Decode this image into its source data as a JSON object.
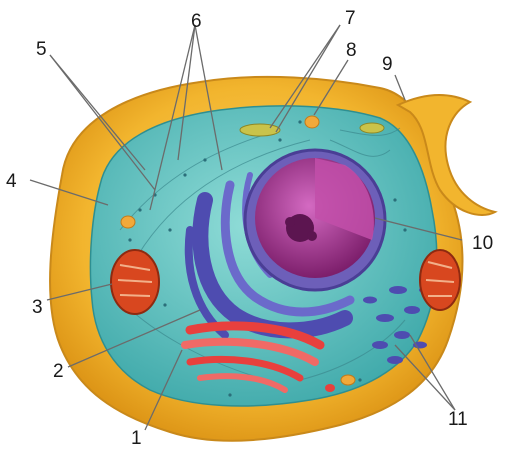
{
  "diagram": {
    "labels": [
      {
        "id": "l1",
        "text": "1"
      },
      {
        "id": "l2",
        "text": "2"
      },
      {
        "id": "l3",
        "text": "3"
      },
      {
        "id": "l4",
        "text": "4"
      },
      {
        "id": "l5",
        "text": "5"
      },
      {
        "id": "l6",
        "text": "6"
      },
      {
        "id": "l7",
        "text": "7"
      },
      {
        "id": "l8",
        "text": "8"
      },
      {
        "id": "l9",
        "text": "9"
      },
      {
        "id": "l10",
        "text": "10"
      },
      {
        "id": "l11",
        "text": "11"
      }
    ]
  },
  "colors": {
    "membrane": "#f2b52e",
    "cytoplasm": "#5ec4c2",
    "nucleus": "#a9318f",
    "er": "#4e4cb0",
    "golgi": "#e8403d",
    "mitochondria": "#d8471f"
  }
}
